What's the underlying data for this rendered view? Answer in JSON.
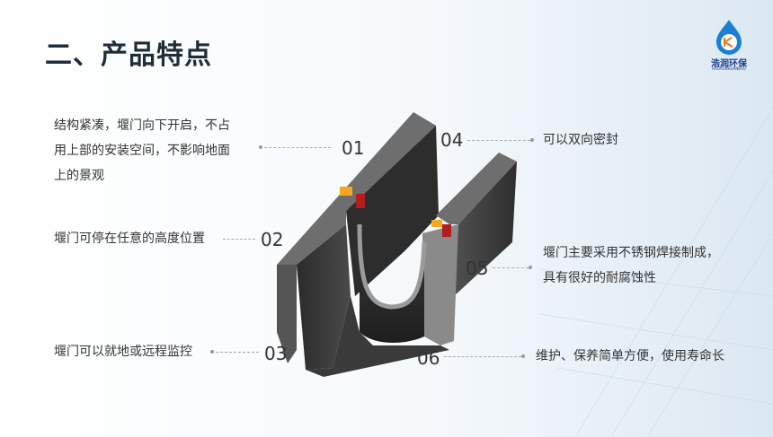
{
  "title": "二、产品特点",
  "logo": {
    "name": "浩润环保",
    "sub": "HAORUNHUANBAO",
    "icon": "company-logo-icon"
  },
  "features": [
    {
      "num": "01",
      "text": "结构紧凑，堰门向下开启，不占用上部的安装空间，不影响地面上的景观",
      "lines": [
        "结构紧凑，堰门向下开启，不占",
        "用上部的安装空间，不影响地面",
        "上的景观"
      ]
    },
    {
      "num": "02",
      "text": "堰门可停在任意的高度位置"
    },
    {
      "num": "03",
      "text": "堰门可以就地或远程监控"
    },
    {
      "num": "04",
      "text": "可以双向密封"
    },
    {
      "num": "05",
      "lines": [
        "堰门主要采用不锈钢焊接制成，",
        "具有很好的耐腐蚀性"
      ]
    },
    {
      "num": "06",
      "text": "维护、保养简单方便，使用寿命长"
    }
  ],
  "colors": {
    "title": "#1f2d3a",
    "text": "#333333",
    "channel": "#3a3a3a",
    "gate": "#555555",
    "accent": "#f5a623"
  }
}
